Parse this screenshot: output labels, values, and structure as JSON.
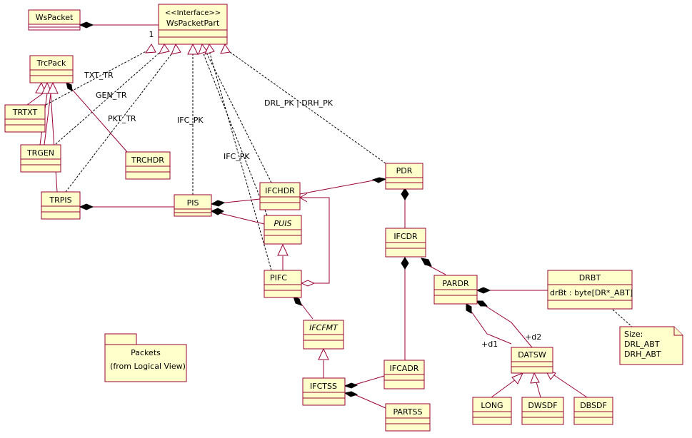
{
  "diagram": {
    "classes": [
      {
        "id": "wspacket",
        "name": "WsPacket"
      },
      {
        "id": "wspacketpart",
        "name": "WsPacketPart",
        "stereotype": "<<Interface>>"
      },
      {
        "id": "trcpack",
        "name": "TrcPack"
      },
      {
        "id": "trtxt",
        "name": "TRTXT"
      },
      {
        "id": "trgen",
        "name": "TRGEN"
      },
      {
        "id": "trpis",
        "name": "TRPIS"
      },
      {
        "id": "trchdr",
        "name": "TRCHDR"
      },
      {
        "id": "pis",
        "name": "PIS"
      },
      {
        "id": "ifchdr",
        "name": "IFCHDR"
      },
      {
        "id": "puis",
        "name": "PUIS",
        "abstract": true
      },
      {
        "id": "pifc",
        "name": "PIFC"
      },
      {
        "id": "ifcfmt",
        "name": "IFCFMT",
        "abstract": true
      },
      {
        "id": "ifctss",
        "name": "IFCTSS"
      },
      {
        "id": "pdr",
        "name": "PDR"
      },
      {
        "id": "ifcdr",
        "name": "IFCDR"
      },
      {
        "id": "ifcadr",
        "name": "IFCADR"
      },
      {
        "id": "partss",
        "name": "PARTSS"
      },
      {
        "id": "pardr",
        "name": "PARDR"
      },
      {
        "id": "drbt",
        "name": "DRBT",
        "attribute": "drBt : byte[DR*_ABT]"
      },
      {
        "id": "datsw",
        "name": "DATSW"
      },
      {
        "id": "long",
        "name": "LONG"
      },
      {
        "id": "dwsdf",
        "name": "DWSDF"
      },
      {
        "id": "dbsdf",
        "name": "DBSDF"
      }
    ],
    "package": {
      "name": "Packets",
      "subtitle": "(from Logical View)"
    },
    "note": {
      "lines": [
        "Size:",
        "DRL_ABT",
        "DRH_ABT"
      ]
    },
    "labels": {
      "multiplicity_one": "1",
      "txt_tr": "TXT_TR",
      "gen_tr": "GEN_TR",
      "pkt_tr": "PKT_TR",
      "ifc_pk_1": "IFC_PK",
      "ifc_pk_2": "IFC_PK",
      "drl_drh_pk": "DRL_PK | DRH_PK",
      "d1": "+d1",
      "d2": "+d2"
    }
  }
}
